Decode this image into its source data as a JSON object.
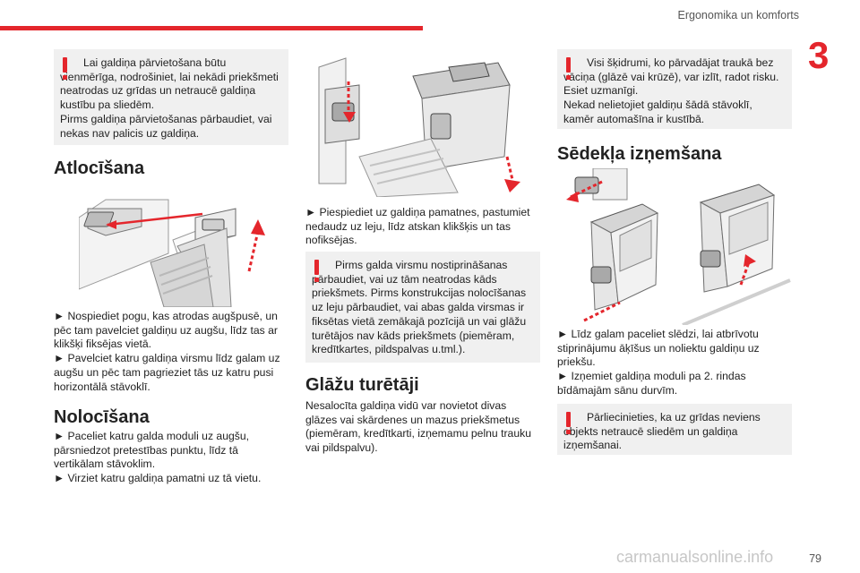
{
  "header": {
    "title": "Ergonomika un komforts",
    "chapter": "3"
  },
  "page_number": "79",
  "watermark": "carmanualsonline.info",
  "col1": {
    "warning1": {
      "lines": [
        "Lai galdiņa pārvietošana būtu vienmērīga, nodrošiniet, lai nekādi priekšmeti neatrodas uz grīdas un netraucē galdiņa kustību pa sliedēm.",
        "Pirms galdiņa pārvietošanas pārbaudiet, vai nekas nav palicis uz galdiņa."
      ]
    },
    "heading_unfold": "Atlocīšana",
    "unfold_steps": [
      "► Nospiediet pogu, kas atrodas augšpusē, un pēc tam pavelciet galdiņu uz augšu, līdz tas ar klikšķi fiksējas vietā.",
      "► Pavelciet katru galdiņa virsmu līdz galam uz augšu un pēc tam pagrieziet tās uz katru pusi horizontālā stāvoklī."
    ],
    "heading_fold": "Nolocīšana",
    "fold_steps": [
      "► Paceliet katru galda moduli uz augšu, pārsniedzot pretestības punktu, līdz tā vertikālam stāvoklim.",
      "► Virziet katru galdiņa pamatni uz tā vietu."
    ]
  },
  "col2": {
    "step": "► Piespiediet uz galdiņa pamatnes, pastumiet nedaudz uz leju, līdz atskan klikšķis un tas nofiksējas.",
    "warning2": "Pirms galda virsmu nostiprināšanas pārbaudiet, vai uz tām neatrodas kāds priekšmets. Pirms konstrukcijas nolocīšanas uz leju pārbaudiet, vai abas galda virsmas ir fiksētas vietā zemākajā pozīcijā un vai glāžu turētājos nav kāds priekšmets (piemēram, kredītkartes, pildspalvas u.tml.).",
    "heading_cups": "Glāžu turētāji",
    "cups_text": "Nesalocīta galdiņa vidū var novietot divas glāzes vai skārdenes un mazus priekšmetus (piemēram, kredītkarti, izņemamu pelnu trauku vai pildspalvu)."
  },
  "col3": {
    "warning3": {
      "lines": [
        "Visi šķidrumi, ko pārvadājat traukā bez vāciņa (glāzē vai krūzē), var izlīt, radot risku. Esiet uzmanīgi.",
        "Nekad nelietojiet galdiņu šādā stāvoklī, kamēr automašīna ir kustībā."
      ]
    },
    "heading_remove": "Sēdekļa izņemšana",
    "remove_steps": [
      "► Līdz galam paceliet slēdzi, lai atbrīvotu stiprinājumu āķīšus un noliektu galdiņu uz priekšu.",
      "► Izņemiet galdiņa moduli pa 2. rindas bīdāmajām sānu durvīm."
    ],
    "warning4": "Pārliecinieties, ka uz grīdas neviens objekts netraucē sliedēm un galdiņa izņemšanai."
  },
  "colors": {
    "accent": "#e4262c",
    "note_bg": "#f0f0f0",
    "text": "#222222"
  }
}
